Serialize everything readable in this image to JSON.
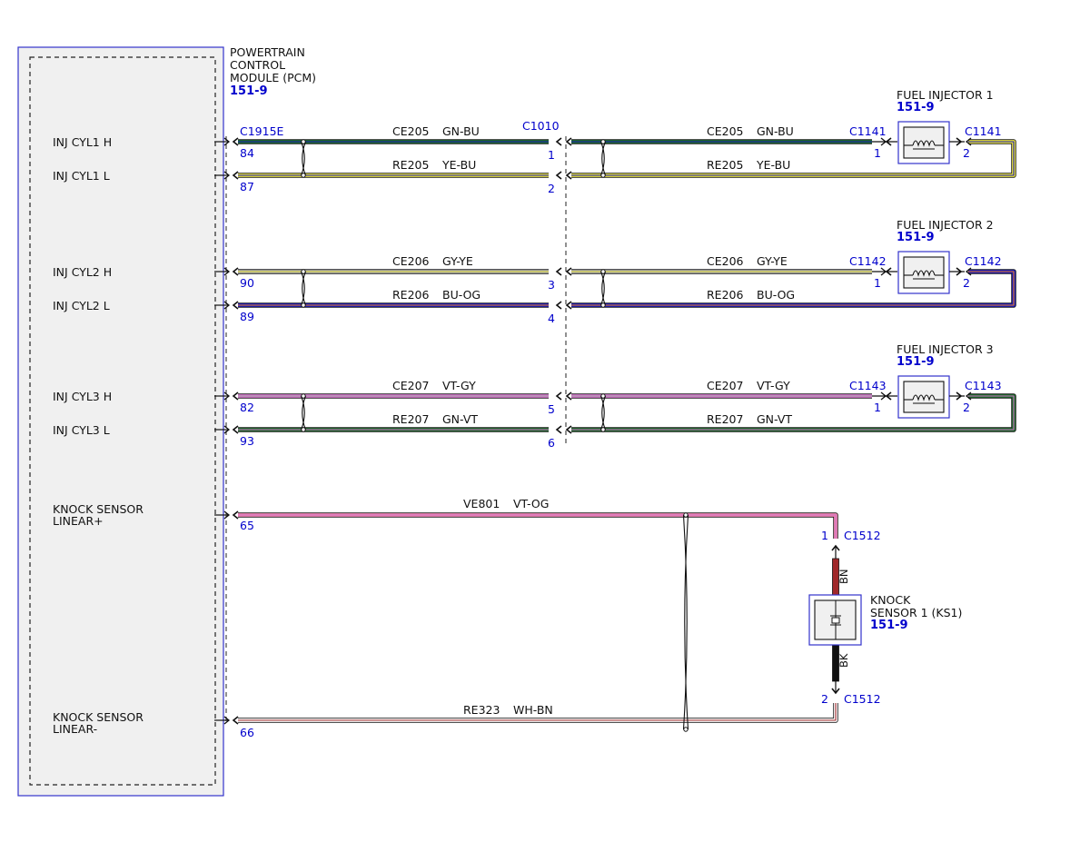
{
  "colors": {
    "GN": "#1d6b2a",
    "YE": "#e8e23a",
    "GY": "#a8a8a8",
    "BU": "#1a1ab8",
    "OG": "#f08020",
    "VT": "#d070c8",
    "WH": "#ffffff",
    "BN": "#a0282a",
    "BK": "#111111",
    "pink": "#ef86b0",
    "outline": "#3333cc"
  },
  "pcm": {
    "title_lines": [
      "POWERTRAIN",
      "CONTROL",
      "MODULE (PCM)"
    ],
    "ref": "151-9",
    "connector": "C1915E"
  },
  "junction": {
    "connector": "C1010"
  },
  "injectors": [
    {
      "title": "FUEL INJECTOR 1",
      "ref": "151-9",
      "connector": "C1141",
      "wires": [
        {
          "pin_label": "INJ CYL1 H",
          "pcm_pin": "84",
          "circuit": "CE205",
          "color_code": "GN-BU",
          "junction_pin": "1",
          "injector_pin": "1",
          "colors": [
            "GN",
            "BU"
          ]
        },
        {
          "pin_label": "INJ CYL1 L",
          "pcm_pin": "87",
          "circuit": "RE205",
          "color_code": "YE-BU",
          "junction_pin": "2",
          "injector_pin": "2",
          "colors": [
            "YE",
            "BU"
          ]
        }
      ]
    },
    {
      "title": "FUEL INJECTOR 2",
      "ref": "151-9",
      "connector": "C1142",
      "wires": [
        {
          "pin_label": "INJ CYL2 H",
          "pcm_pin": "90",
          "circuit": "CE206",
          "color_code": "GY-YE",
          "junction_pin": "3",
          "injector_pin": "1",
          "colors": [
            "GY",
            "YE"
          ]
        },
        {
          "pin_label": "INJ CYL2 L",
          "pcm_pin": "89",
          "circuit": "RE206",
          "color_code": "BU-OG",
          "junction_pin": "4",
          "injector_pin": "2",
          "colors": [
            "BU",
            "OG"
          ]
        }
      ]
    },
    {
      "title": "FUEL INJECTOR 3",
      "ref": "151-9",
      "connector": "C1143",
      "wires": [
        {
          "pin_label": "INJ CYL3 H",
          "pcm_pin": "82",
          "circuit": "CE207",
          "color_code": "VT-GY",
          "junction_pin": "5",
          "injector_pin": "1",
          "colors": [
            "VT",
            "GY"
          ]
        },
        {
          "pin_label": "INJ CYL3 L",
          "pcm_pin": "93",
          "circuit": "RE207",
          "color_code": "GN-VT",
          "junction_pin": "6",
          "injector_pin": "2",
          "colors": [
            "GN",
            "VT"
          ]
        }
      ]
    }
  ],
  "knock": {
    "title_lines": [
      "KNOCK",
      "SENSOR 1 (KS1)"
    ],
    "ref": "151-9",
    "connector": "C1512",
    "plus": {
      "pin_label_lines": [
        "KNOCK SENSOR",
        "LINEAR+"
      ],
      "pcm_pin": "65",
      "circuit": "VE801",
      "color_code": "VT-OG",
      "sensor_pin": "1",
      "colors": [
        "VT",
        "OG"
      ]
    },
    "minus": {
      "pin_label_lines": [
        "KNOCK SENSOR",
        "LINEAR-"
      ],
      "pcm_pin": "66",
      "circuit": "RE323",
      "color_code": "WH-BN",
      "sensor_pin": "2",
      "colors": [
        "WH",
        "BN"
      ]
    },
    "pigtail_top": "BN",
    "pigtail_bottom": "BK"
  }
}
